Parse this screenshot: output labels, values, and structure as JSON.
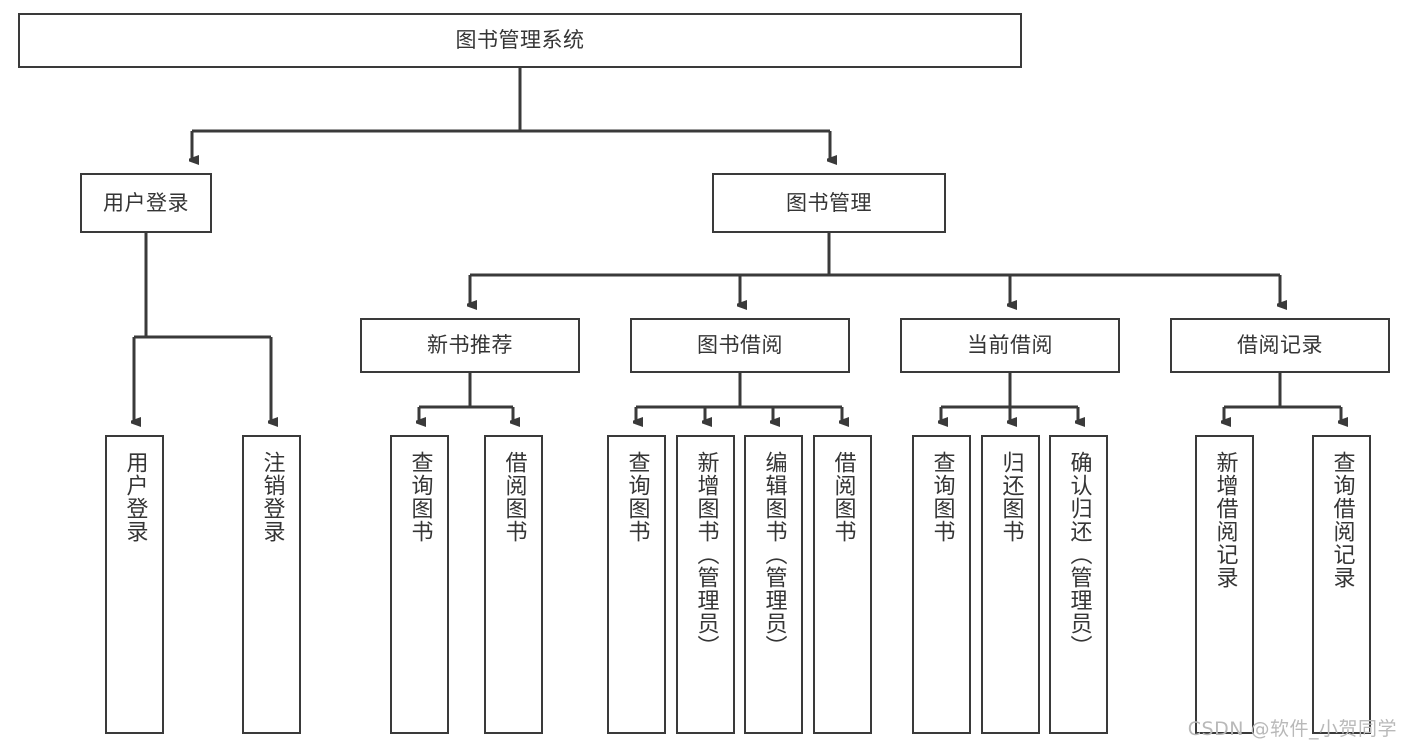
{
  "diagram": {
    "title": "图书管理系统",
    "type": "tree",
    "watermark": "CSDN @软件_小贺同学",
    "colors": {
      "stroke": "#3a3a3a",
      "text": "#353535",
      "background": "#ffffff",
      "watermark": "#b9b9b9"
    },
    "nodes": {
      "root": {
        "label": "图书管理系统",
        "orientation": "horizontal"
      },
      "level2": [
        {
          "id": "user-login",
          "label": "用户登录",
          "orientation": "horizontal"
        },
        {
          "id": "book-manage",
          "label": "图书管理",
          "orientation": "horizontal"
        }
      ],
      "level3": [
        {
          "id": "new-book-rec",
          "label": "新书推荐",
          "orientation": "horizontal"
        },
        {
          "id": "book-borrow",
          "label": "图书借阅",
          "orientation": "horizontal"
        },
        {
          "id": "current-borrow",
          "label": "当前借阅",
          "orientation": "horizontal"
        },
        {
          "id": "borrow-record",
          "label": "借阅记录",
          "orientation": "horizontal"
        }
      ],
      "leaves": [
        {
          "id": "leaf-user-login",
          "label": "用户登录",
          "parent": "user-login",
          "orientation": "vertical"
        },
        {
          "id": "leaf-logout",
          "label": "注销登录",
          "parent": "user-login",
          "orientation": "vertical"
        },
        {
          "id": "leaf-query-book-1",
          "label": "查询图书",
          "parent": "new-book-rec",
          "orientation": "vertical"
        },
        {
          "id": "leaf-borrow-book-1",
          "label": "借阅图书",
          "parent": "new-book-rec",
          "orientation": "vertical"
        },
        {
          "id": "leaf-query-book-2",
          "label": "查询图书",
          "parent": "book-borrow",
          "orientation": "vertical"
        },
        {
          "id": "leaf-add-book",
          "label": "新增图书（管理员）",
          "parent": "book-borrow",
          "orientation": "vertical"
        },
        {
          "id": "leaf-edit-book",
          "label": "编辑图书（管理员）",
          "parent": "book-borrow",
          "orientation": "vertical"
        },
        {
          "id": "leaf-borrow-book-2",
          "label": "借阅图书",
          "parent": "book-borrow",
          "orientation": "vertical"
        },
        {
          "id": "leaf-query-book-3",
          "label": "查询图书",
          "parent": "current-borrow",
          "orientation": "vertical"
        },
        {
          "id": "leaf-return-book",
          "label": "归还图书",
          "parent": "current-borrow",
          "orientation": "vertical"
        },
        {
          "id": "leaf-confirm-return",
          "label": "确认归还（管理员）",
          "parent": "current-borrow",
          "orientation": "vertical"
        },
        {
          "id": "leaf-add-record",
          "label": "新增借阅记录",
          "parent": "borrow-record",
          "orientation": "vertical"
        },
        {
          "id": "leaf-query-record",
          "label": "查询借阅记录",
          "parent": "borrow-record",
          "orientation": "vertical"
        }
      ]
    }
  }
}
